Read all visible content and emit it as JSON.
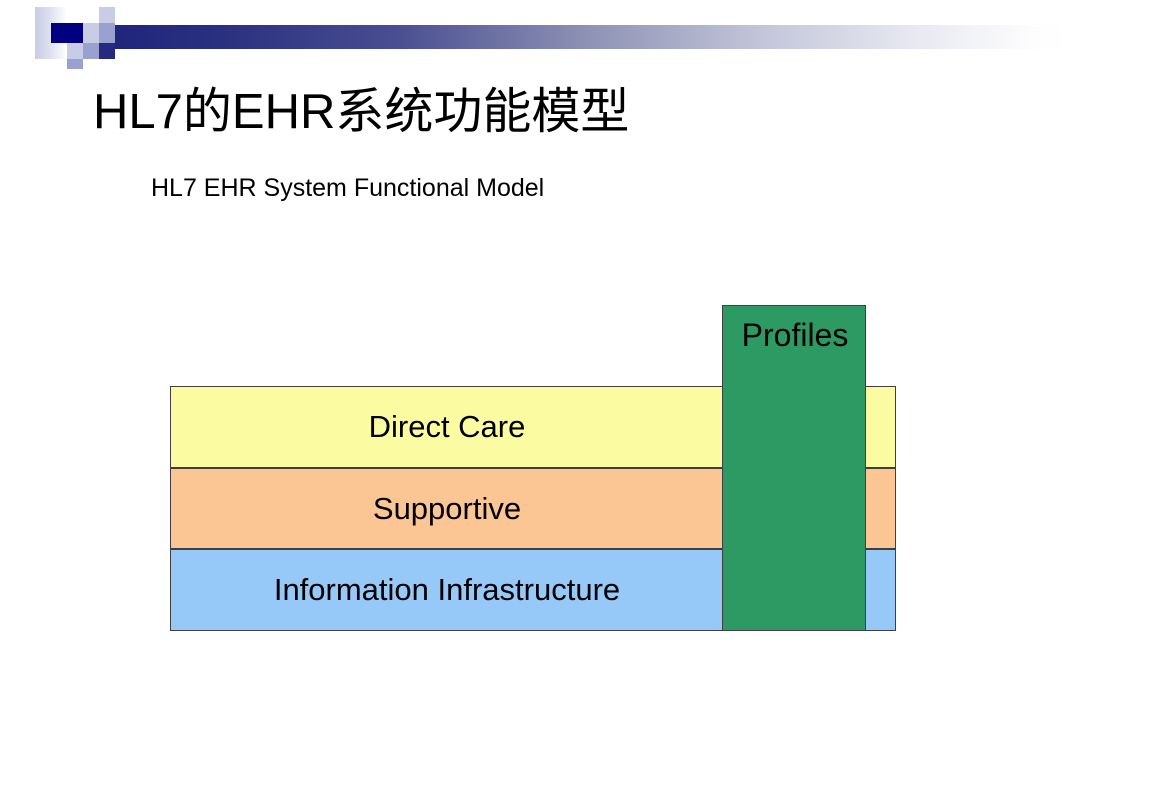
{
  "slide": {
    "title": "HL7的EHR系统功能模型",
    "subtitle": "HL7 EHR System Functional Model"
  },
  "header": {
    "decoration_name": "powerpoint-title-bar-decoration",
    "gradient_start_color": "#20257c",
    "gradient_end_color": "#ffffff",
    "motif_colors": [
      "#c8cce4",
      "#9aa0cf",
      "#000080",
      "#252a7e",
      "#ffffff"
    ]
  },
  "diagram": {
    "name": "hl7-ehr-functional-model-diagram",
    "layers": [
      {
        "id": "direct-care",
        "label": "Direct Care",
        "color": "#fbfba2"
      },
      {
        "id": "supportive",
        "label": "Supportive",
        "color": "#fbc693"
      },
      {
        "id": "information-infrastructure",
        "label": "Information Infrastructure",
        "color": "#96c8f8"
      }
    ],
    "overlay": {
      "id": "profiles",
      "label": "Profiles",
      "color": "#2e9a63"
    },
    "border_color": "#3f3f3f"
  }
}
